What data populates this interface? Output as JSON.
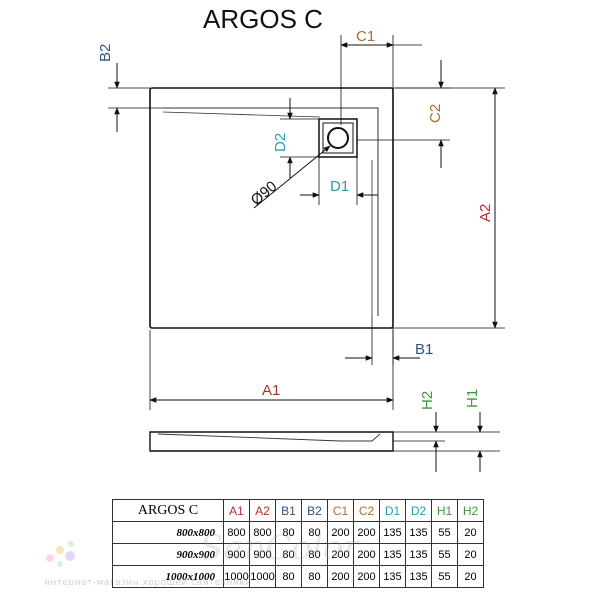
{
  "title": "ARGOS C",
  "labels": {
    "c1": "C1",
    "c2": "C2",
    "b2": "B2",
    "d2": "D2",
    "d1": "D1",
    "d90": "Ø90",
    "a1": "A1",
    "a2": "A2",
    "b1": "B1",
    "h1": "H1",
    "h2": "H2"
  },
  "colors": {
    "a": "#b0302c",
    "b": "#35507f",
    "c": "#b06a2c",
    "d": "#2a9ab5",
    "h": "#3f9a3a",
    "line": "#111111"
  },
  "table": {
    "model": "ARGOS C",
    "headers": [
      "A1",
      "A2",
      "B1",
      "B2",
      "C1",
      "C2",
      "D1",
      "D2",
      "H1",
      "H2"
    ],
    "header_colors": [
      "#b0302c",
      "#b0302c",
      "#35507f",
      "#35507f",
      "#b06a2c",
      "#b06a2c",
      "#2a9ab5",
      "#2a9ab5",
      "#3f9a3a",
      "#3f9a3a"
    ],
    "rows": [
      {
        "size": "800x800",
        "values": [
          "800",
          "800",
          "80",
          "80",
          "200",
          "200",
          "135",
          "135",
          "55",
          "20"
        ]
      },
      {
        "size": "900x900",
        "values": [
          "900",
          "900",
          "80",
          "80",
          "200",
          "200",
          "135",
          "135",
          "55",
          "20"
        ]
      },
      {
        "size": "1000x1000",
        "values": [
          "1000",
          "1000",
          "80",
          "80",
          "200",
          "200",
          "135",
          "135",
          "55",
          "20"
        ]
      }
    ]
  },
  "watermark": {
    "brand": "SanColor",
    "tagline": "интернет-магазин хорошей сантехники"
  }
}
